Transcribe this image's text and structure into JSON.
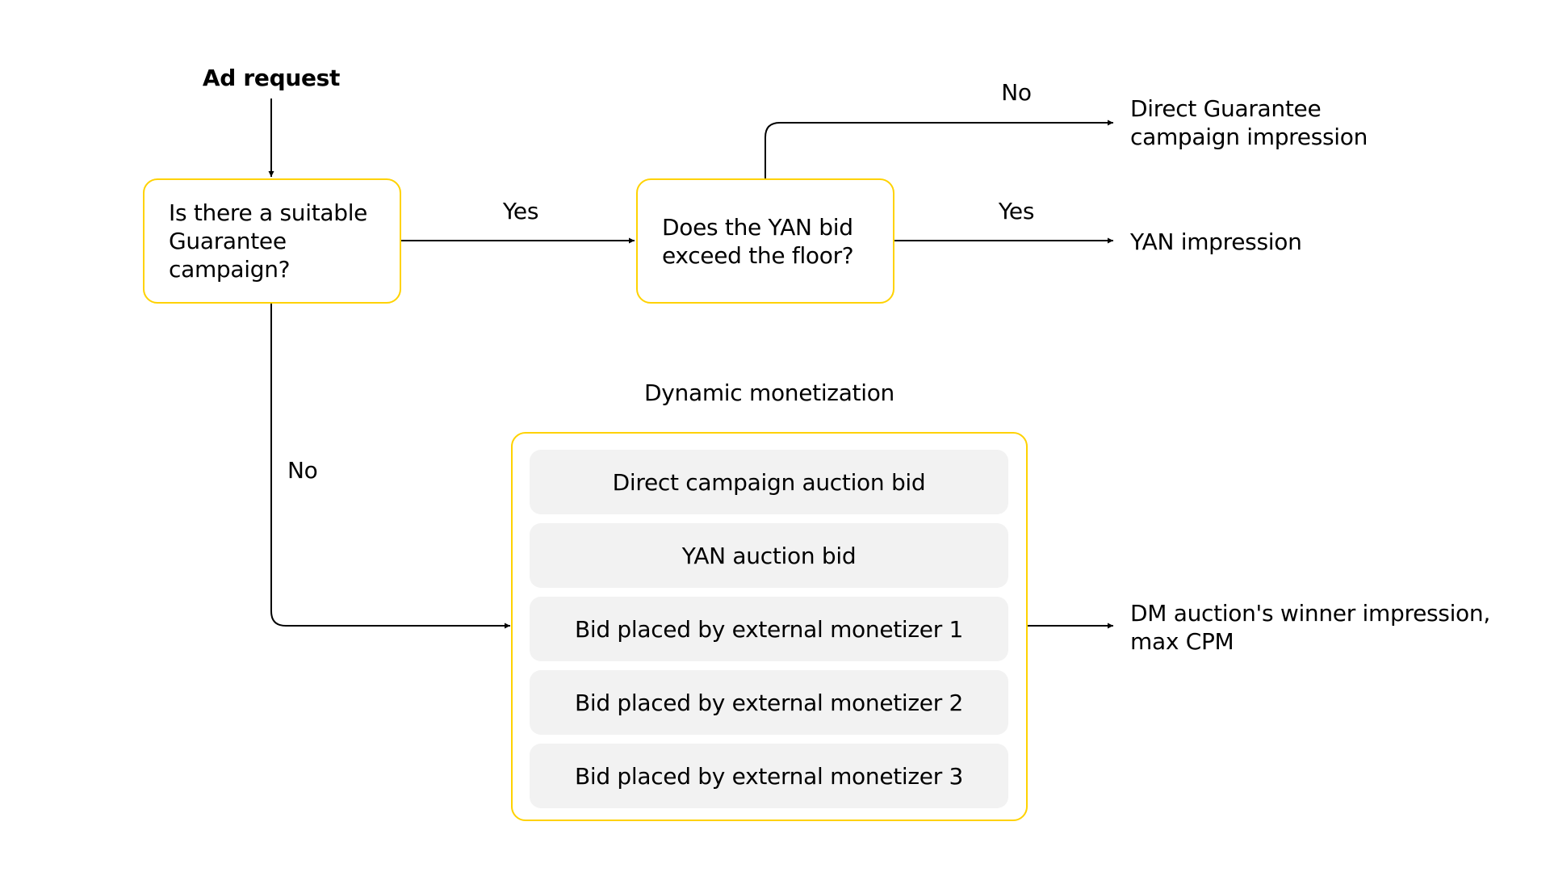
{
  "start": {
    "label": "Ad request"
  },
  "decisions": {
    "guarantee": {
      "lines": [
        "Is there a suitable",
        "Guarantee",
        "campaign?"
      ]
    },
    "yan_floor": {
      "lines": [
        "Does the YAN bid",
        "exceed the floor?"
      ]
    }
  },
  "edge_labels": {
    "guarantee_yes": "Yes",
    "guarantee_no": "No",
    "floor_yes": "Yes",
    "floor_no": "No"
  },
  "outcomes": {
    "direct_guarantee": [
      "Direct Guarantee",
      "campaign impression"
    ],
    "yan": [
      "YAN impression"
    ],
    "dm_winner": [
      "DM auction's winner impression,",
      "max CPM"
    ]
  },
  "dynamic_monetization": {
    "title": "Dynamic monetization",
    "bids": [
      "Direct campaign auction bid",
      "YAN auction bid",
      "Bid placed by external monetizer 1",
      "Bid placed by external monetizer 2",
      "Bid placed by external monetizer 3"
    ]
  },
  "colors": {
    "box_border": "#ffd200",
    "bid_background": "#f2f2f2",
    "line": "#000000"
  }
}
